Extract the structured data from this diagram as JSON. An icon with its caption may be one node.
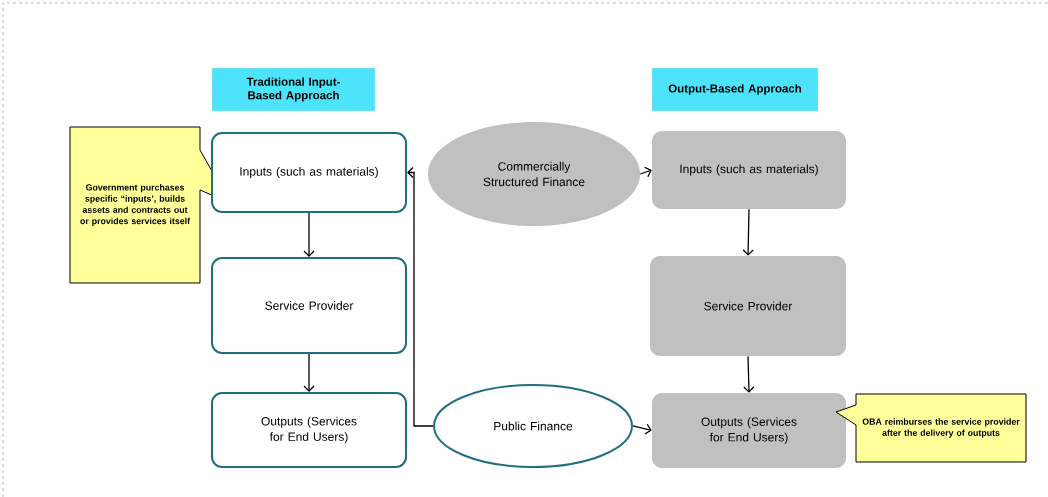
{
  "diagram": {
    "nodes": [
      {
        "text": [
          "Traditional Input-Based Approach"
        ]
      },
      {
        "text": [
          "Output-Based Approach"
        ]
      },
      {
        "text": [
          "Government purchases specific “inputs’, builds assets and contracts out or provides services itself"
        ]
      },
      {
        "text": [
          "Inputs (such as materials)"
        ]
      },
      {
        "text": [
          "Commercially Structured Finance"
        ]
      },
      {
        "text": [
          "Inputs (such as materials)"
        ]
      },
      {
        "text": [
          "Service Provider"
        ]
      },
      {
        "text": [
          "Service Provider"
        ]
      },
      {
        "text": [
          "Outputs (Services for End Users)"
        ]
      },
      {
        "text": [
          "Public Finance"
        ]
      },
      {
        "text": [
          "Outputs (Services for End Users)"
        ]
      },
      {
        "text": [
          "OBA reimburses the service provider after the delivery of outputs"
        ]
      }
    ],
    "edges": [
      {
        "from": 3,
        "to": 6,
        "arrow": "to"
      },
      {
        "from": 6,
        "to": 8,
        "arrow": "to"
      },
      {
        "from": 4,
        "to": 5,
        "arrow": "to"
      },
      {
        "from": 5,
        "to": 7,
        "arrow": "to"
      },
      {
        "from": 7,
        "to": 10,
        "arrow": "to"
      },
      {
        "from": 9,
        "to": 3,
        "arrow": "to"
      },
      {
        "from": 9,
        "to": 10,
        "arrow": "to"
      }
    ]
  }
}
